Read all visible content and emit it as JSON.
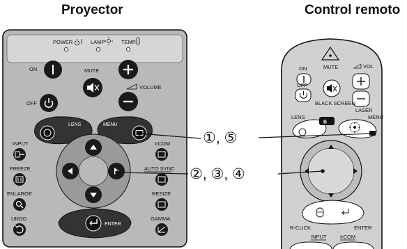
{
  "titles": {
    "projector": "Proyector",
    "remote": "Control remoto"
  },
  "projector": {
    "indicators": {
      "power": "POWER",
      "lamp": "LAMP",
      "temp": "TEMP."
    },
    "buttons": {
      "on": "ON",
      "off": "OFF",
      "mute": "MUTE",
      "volume": "VOLUME",
      "lens": "LENS",
      "menu": "MENU",
      "input": "INPUT",
      "freeze": "FREEZE",
      "enlarge": "ENLARGE",
      "undo": "UNDO",
      "ircom": "IrCOM",
      "auto_sync": "AUTO SYNC",
      "resize": "RESIZE",
      "gamma": "GAMMA",
      "enter": "ENTER"
    }
  },
  "remote": {
    "labels": {
      "on": "ON",
      "mute": "MUTE",
      "vol": "VOL",
      "off": "OFF",
      "black_screen": "BLACK SCREEN",
      "laser": "LASER",
      "lens": "LENS",
      "menu": "MENU",
      "r_click": "R-CLICK",
      "enter": "ENTER",
      "input": "INPUT",
      "ircom": "IrCOM"
    }
  },
  "callouts": {
    "top": "①, ⑤",
    "bottom": "②, ③, ④"
  }
}
